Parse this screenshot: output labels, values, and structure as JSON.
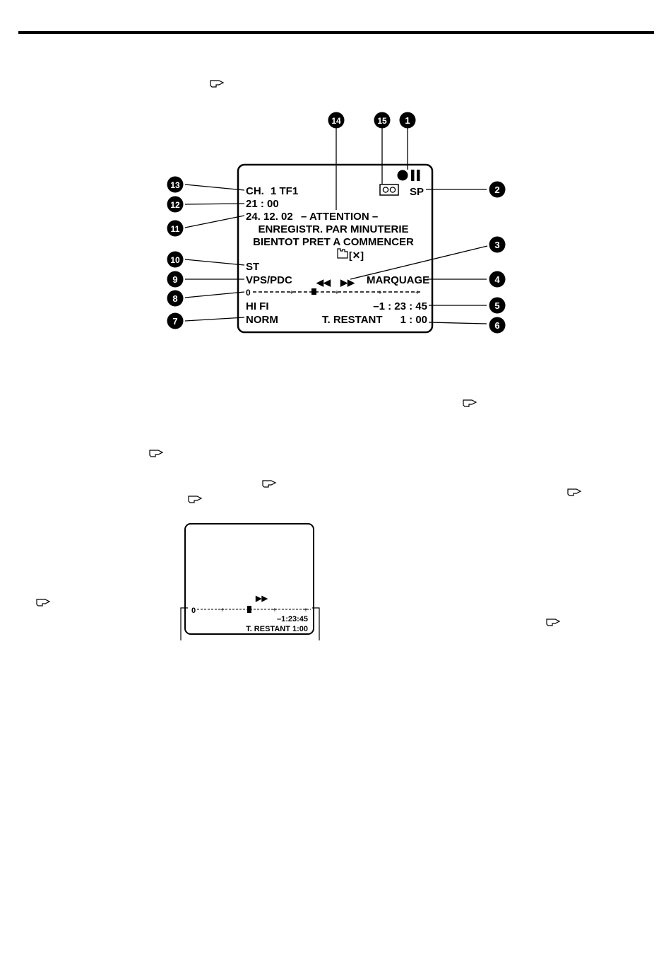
{
  "osd": {
    "channel_prefix": "CH.",
    "channel_value": "1 TF1",
    "time": "21 : 00",
    "date": "24. 12. 02",
    "attention": "– ATTENTION –",
    "line2": "ENREGISTR. PAR MINUTERIE",
    "line3": "BIENTOT PRET A COMMENCER",
    "bracket_x": "[✕]",
    "stereo": "ST",
    "vps": "VPS/PDC",
    "rewind": "◀◀",
    "ffwd": "▶▶",
    "marquage": "MARQUAGE",
    "counter_zero": "0",
    "hifi": "HI FI",
    "counter": "–1 : 23 : 45",
    "norm": "NORM",
    "remain_label": "T. RESTANT",
    "remain_value": "1 : 00",
    "tape_speed": "SP"
  },
  "callouts": [
    "1",
    "2",
    "3",
    "4",
    "5",
    "6",
    "7",
    "8",
    "9",
    "10",
    "11",
    "12",
    "13",
    "14",
    "15"
  ],
  "small_screen": {
    "ffwd": "▶▶",
    "counter_zero": "0",
    "counter": "–1:23:45",
    "remain": "T. RESTANT   1:00"
  },
  "colors": {
    "ink": "#000000",
    "paper": "#ffffff"
  }
}
